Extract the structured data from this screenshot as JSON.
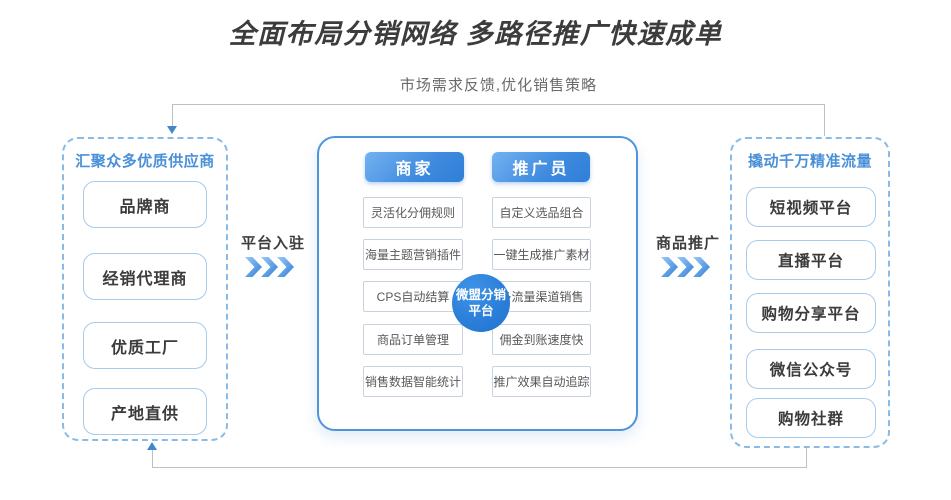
{
  "title": "全面布局分销网络 多路径推广快速成单",
  "feedback_label": "市场需求反馈,优化销售策略",
  "left_panel": {
    "title": "汇聚众多优质供应商",
    "items": [
      "品牌商",
      "经销代理商",
      "优质工厂",
      "产地直供"
    ]
  },
  "flow_left": {
    "label": "平台入驻"
  },
  "flow_right": {
    "label": "商品推广"
  },
  "center_panel": {
    "badge": "微盟分销平台",
    "columns": [
      {
        "header": "商家",
        "items": [
          "灵活化分佣规则",
          "海量主题营销插件",
          "CPS自动结算",
          "商品订单管理",
          "销售数据智能统计"
        ]
      },
      {
        "header": "推广员",
        "items": [
          "自定义选品组合",
          "一键生成推广素材",
          "多流量渠道销售",
          "佣金到账速度快",
          "推广效果自动追踪"
        ]
      }
    ]
  },
  "right_panel": {
    "title": "撬动千万精准流量",
    "items": [
      "短视频平台",
      "直播平台",
      "购物分享平台",
      "微信公众号",
      "购物社群"
    ]
  },
  "colors": {
    "accent_blue": "#4a90d9",
    "badge_blue": "#2b7fd9",
    "pill_gradient_start": "#74b2f1",
    "pill_gradient_end": "#2f7fd8",
    "dashed_border": "#8abbe6",
    "item_border": "#a6cbeb",
    "feature_border": "#c7d3df",
    "line_gray": "#b8c1c9",
    "title_text": "#3c3c3c",
    "subtitle_text": "#6a6a6a"
  }
}
